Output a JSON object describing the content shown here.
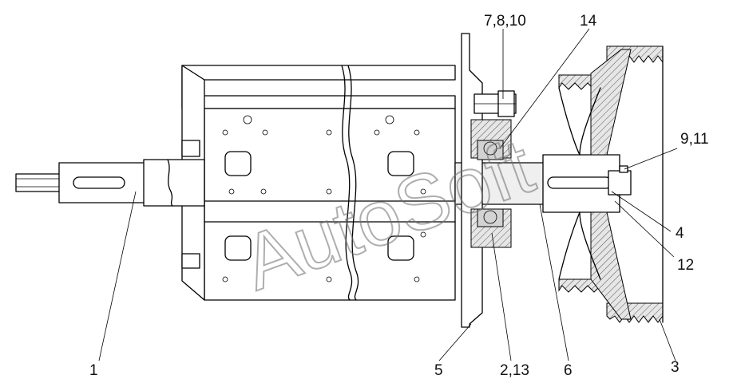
{
  "watermark": "AutoSoft",
  "callouts": [
    {
      "id": "1",
      "text": "1"
    },
    {
      "id": "2",
      "text": "2,13"
    },
    {
      "id": "3",
      "text": "3"
    },
    {
      "id": "4",
      "text": "4"
    },
    {
      "id": "5",
      "text": "5"
    },
    {
      "id": "6",
      "text": "6"
    },
    {
      "id": "7",
      "text": "7,8,10"
    },
    {
      "id": "9",
      "text": "9,11"
    },
    {
      "id": "12",
      "text": "12"
    },
    {
      "id": "14",
      "text": "14"
    }
  ]
}
